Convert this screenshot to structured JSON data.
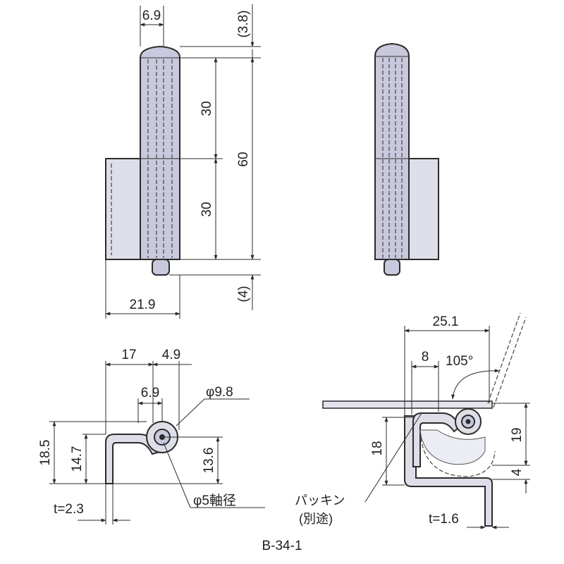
{
  "figure": {
    "caption": "B-34-1",
    "front_view": {
      "pin_width": "6.9",
      "top_clearance": "(3.8)",
      "upper_length": "30",
      "lower_length": "30",
      "total_length": "60",
      "bottom_clearance": "(4)",
      "overall_width": "21.9"
    },
    "side_view": {
      "width_17": "17",
      "offset_4_9": "4.9",
      "pin_width": "6.9",
      "knuckle_diameter": "φ9.8",
      "height_18_5": "18.5",
      "height_14_7": "14.7",
      "height_13_6": "13.6",
      "thickness": "t=2.3",
      "shaft_diameter": "φ5軸径"
    },
    "installed_view": {
      "width_25_1": "25.1",
      "width_8": "8",
      "angle": "105°",
      "height_18": "18",
      "height_19": "19",
      "height_4": "4",
      "gasket_label_1": "パッキン",
      "gasket_label_2": "(別途)",
      "thickness": "t=1.6"
    }
  }
}
